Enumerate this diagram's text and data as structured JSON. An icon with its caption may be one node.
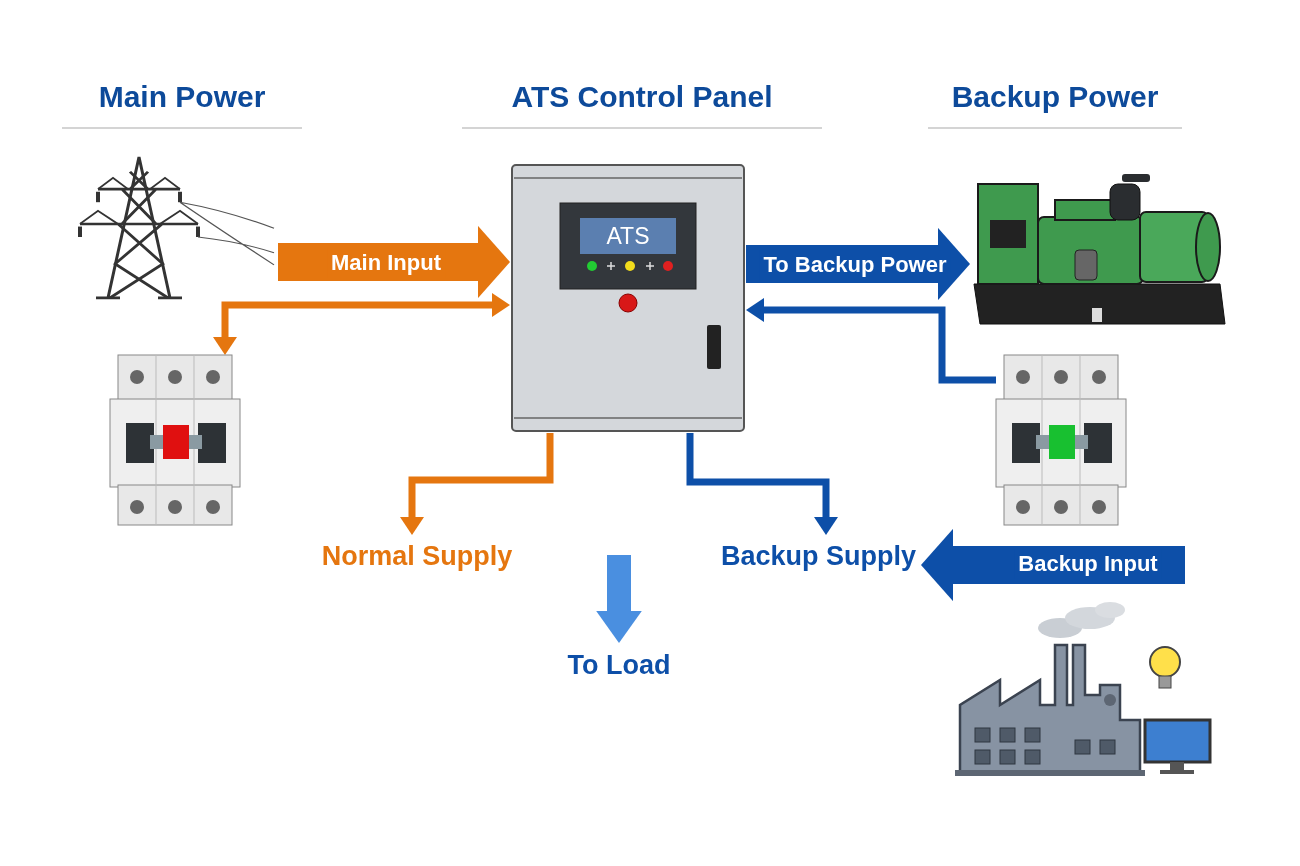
{
  "diagram": {
    "nodes": [
      {
        "text": [],
        "shape": "picture"
      },
      {
        "text": [],
        "shape": "picture"
      },
      {
        "text": [
          "ATS"
        ]
      },
      {
        "text": [],
        "shape": "picture"
      },
      {
        "text": [],
        "shape": "picture"
      },
      {
        "text": [
          "Normal Supply"
        ]
      },
      {
        "text": [
          "Backup Supply"
        ]
      },
      {
        "text": [
          "To Load"
        ]
      }
    ],
    "edges": [
      {
        "from": 0,
        "to": 2,
        "arrow": "to",
        "label": "Main Input",
        "style": "thick",
        "color": "#e5760f"
      },
      {
        "from": 1,
        "to": 2,
        "arrow": "both",
        "color": "#e5760f"
      },
      {
        "from": 2,
        "to": 5,
        "arrow": "to",
        "color": "#e5760f"
      },
      {
        "from": 2,
        "to": 3,
        "arrow": "to",
        "label": "To Backup Power",
        "style": "thick"
      },
      {
        "from": 4,
        "to": 2,
        "arrow": "to"
      },
      {
        "from": 2,
        "to": 6,
        "arrow": "to"
      },
      {
        "from": null,
        "to": 7,
        "arrow": "to",
        "style": "thick",
        "color": "#4a8fe0"
      },
      {
        "from": null,
        "to": 6,
        "arrow": "to",
        "label": "Backup Input",
        "style": "thick"
      }
    ],
    "labels": [
      "Main Power",
      "ATS Control Panel",
      "Backup Power"
    ]
  }
}
